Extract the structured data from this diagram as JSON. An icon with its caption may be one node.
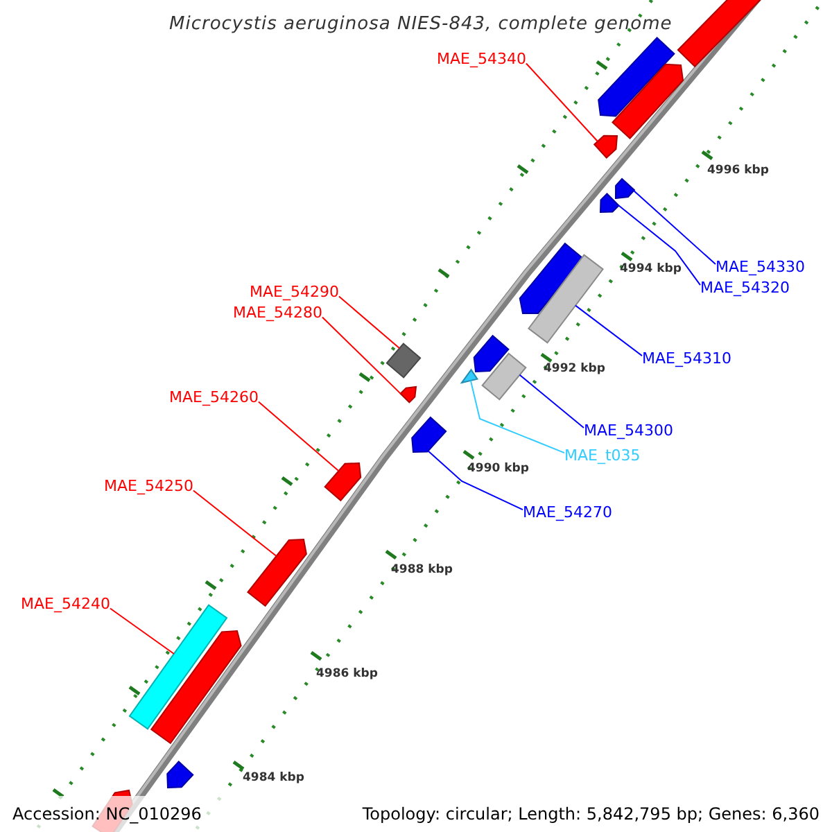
{
  "diagram": {
    "title": "Microcystis aeruginosa NIES-843, complete genome",
    "nodes": [
      {
        "text": [
          "MAE_54340"
        ]
      },
      {
        "text": [
          "MAE_54330"
        ]
      },
      {
        "text": [
          "MAE_54320"
        ]
      },
      {
        "text": [
          "MAE_54290"
        ]
      },
      {
        "text": [
          "MAE_54280"
        ]
      },
      {
        "text": [
          "MAE_54310"
        ]
      },
      {
        "text": [
          "MAE_54260"
        ]
      },
      {
        "text": [
          "MAE_54300"
        ]
      },
      {
        "text": [
          "MAE_t035"
        ]
      },
      {
        "text": [
          "MAE_54270"
        ]
      },
      {
        "text": [
          "MAE_54250"
        ]
      },
      {
        "text": [
          "MAE_54240"
        ]
      },
      {
        "text": [],
        "shape": "arrow"
      },
      {
        "text": [],
        "shape": "arrow"
      },
      {
        "text": [],
        "shape": "arrow"
      },
      {
        "text": [],
        "shape": "bar"
      },
      {
        "text": [],
        "shape": "box"
      },
      {
        "text": [],
        "shape": "bar"
      },
      {
        "text": [],
        "shape": "triangle"
      },
      {
        "text": [],
        "shape": "arrow"
      },
      {
        "text": [],
        "shape": "arrow"
      },
      {
        "text": [],
        "shape": "arrow"
      },
      {
        "text": [],
        "shape": "arrow"
      },
      {
        "text": [],
        "shape": "bar"
      },
      {
        "text": [],
        "shape": "arrow"
      }
    ],
    "edges": [
      {
        "from": 0,
        "to": 12,
        "arrow": "none"
      },
      {
        "from": 1,
        "to": 13,
        "arrow": "none",
        "color": "#0000ff"
      },
      {
        "from": 2,
        "to": 14,
        "arrow": "none",
        "color": "#0000ff"
      },
      {
        "from": 3,
        "to": 16,
        "arrow": "none"
      },
      {
        "from": 4,
        "to": 19,
        "arrow": "none"
      },
      {
        "from": 5,
        "to": 15,
        "arrow": "none",
        "color": "#0000ff"
      },
      {
        "from": 6,
        "to": 21,
        "arrow": "none"
      },
      {
        "from": 7,
        "to": 17,
        "arrow": "none",
        "color": "#0000ff"
      },
      {
        "from": 8,
        "to": 18,
        "arrow": "none",
        "color": "#33ccff"
      },
      {
        "from": 9,
        "to": 20,
        "arrow": "none",
        "color": "#0000ff"
      },
      {
        "from": 10,
        "to": 22,
        "arrow": "none"
      },
      {
        "from": 11,
        "to": 23,
        "arrow": "none"
      }
    ],
    "labels": [
      "4996 kbp",
      "4994 kbp",
      "4992 kbp",
      "4990 kbp",
      "4988 kbp",
      "4986 kbp",
      "4984 kbp",
      "Accession: NC_010296",
      "Topology: circular; Length: 5,842,795 bp; Genes: 6,360"
    ]
  }
}
